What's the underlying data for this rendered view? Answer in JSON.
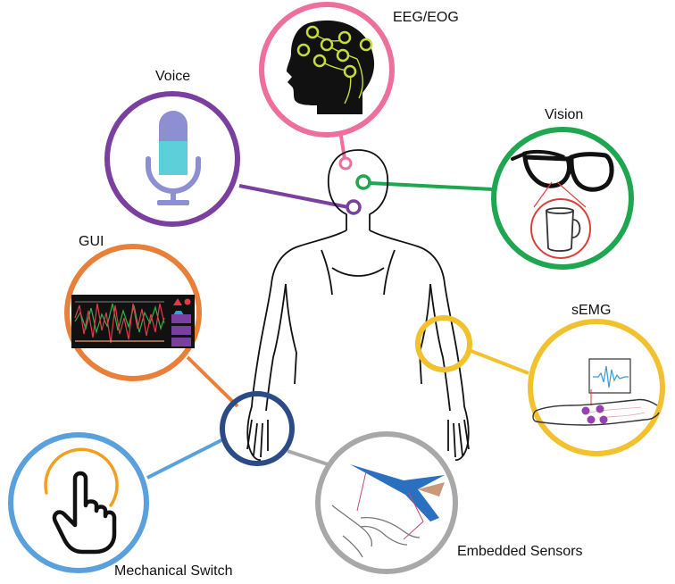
{
  "labels": {
    "eeg": "EEG/EOG",
    "voice": "Voice",
    "vision": "Vision",
    "gui": "GUI",
    "semg": "sEMG",
    "mechanical": "Mechanical Switch",
    "embedded": "Embedded Sensors"
  },
  "colors": {
    "eeg": "#ee6f9c",
    "voice": "#7b3fa0",
    "vision": "#1ea650",
    "gui": "#e8803a",
    "semg": "#f2c12e",
    "mechanical": "#5aa0dc",
    "mechanical_inner": "#2b4a86",
    "embedded": "#a8a8a8",
    "mic_body": "#8e8ed2",
    "mic_capsule": "#5ccfd8",
    "electrode": "#c6dc3c",
    "gui_series_a": "#e33a4a",
    "gui_series_b": "#2eb34a",
    "gui_panel": "#7b3fa0",
    "semg_electrode": "#9a3fb0",
    "semg_signal": "#3a9ad8",
    "embedded_sensor": "#2a6fc0"
  }
}
